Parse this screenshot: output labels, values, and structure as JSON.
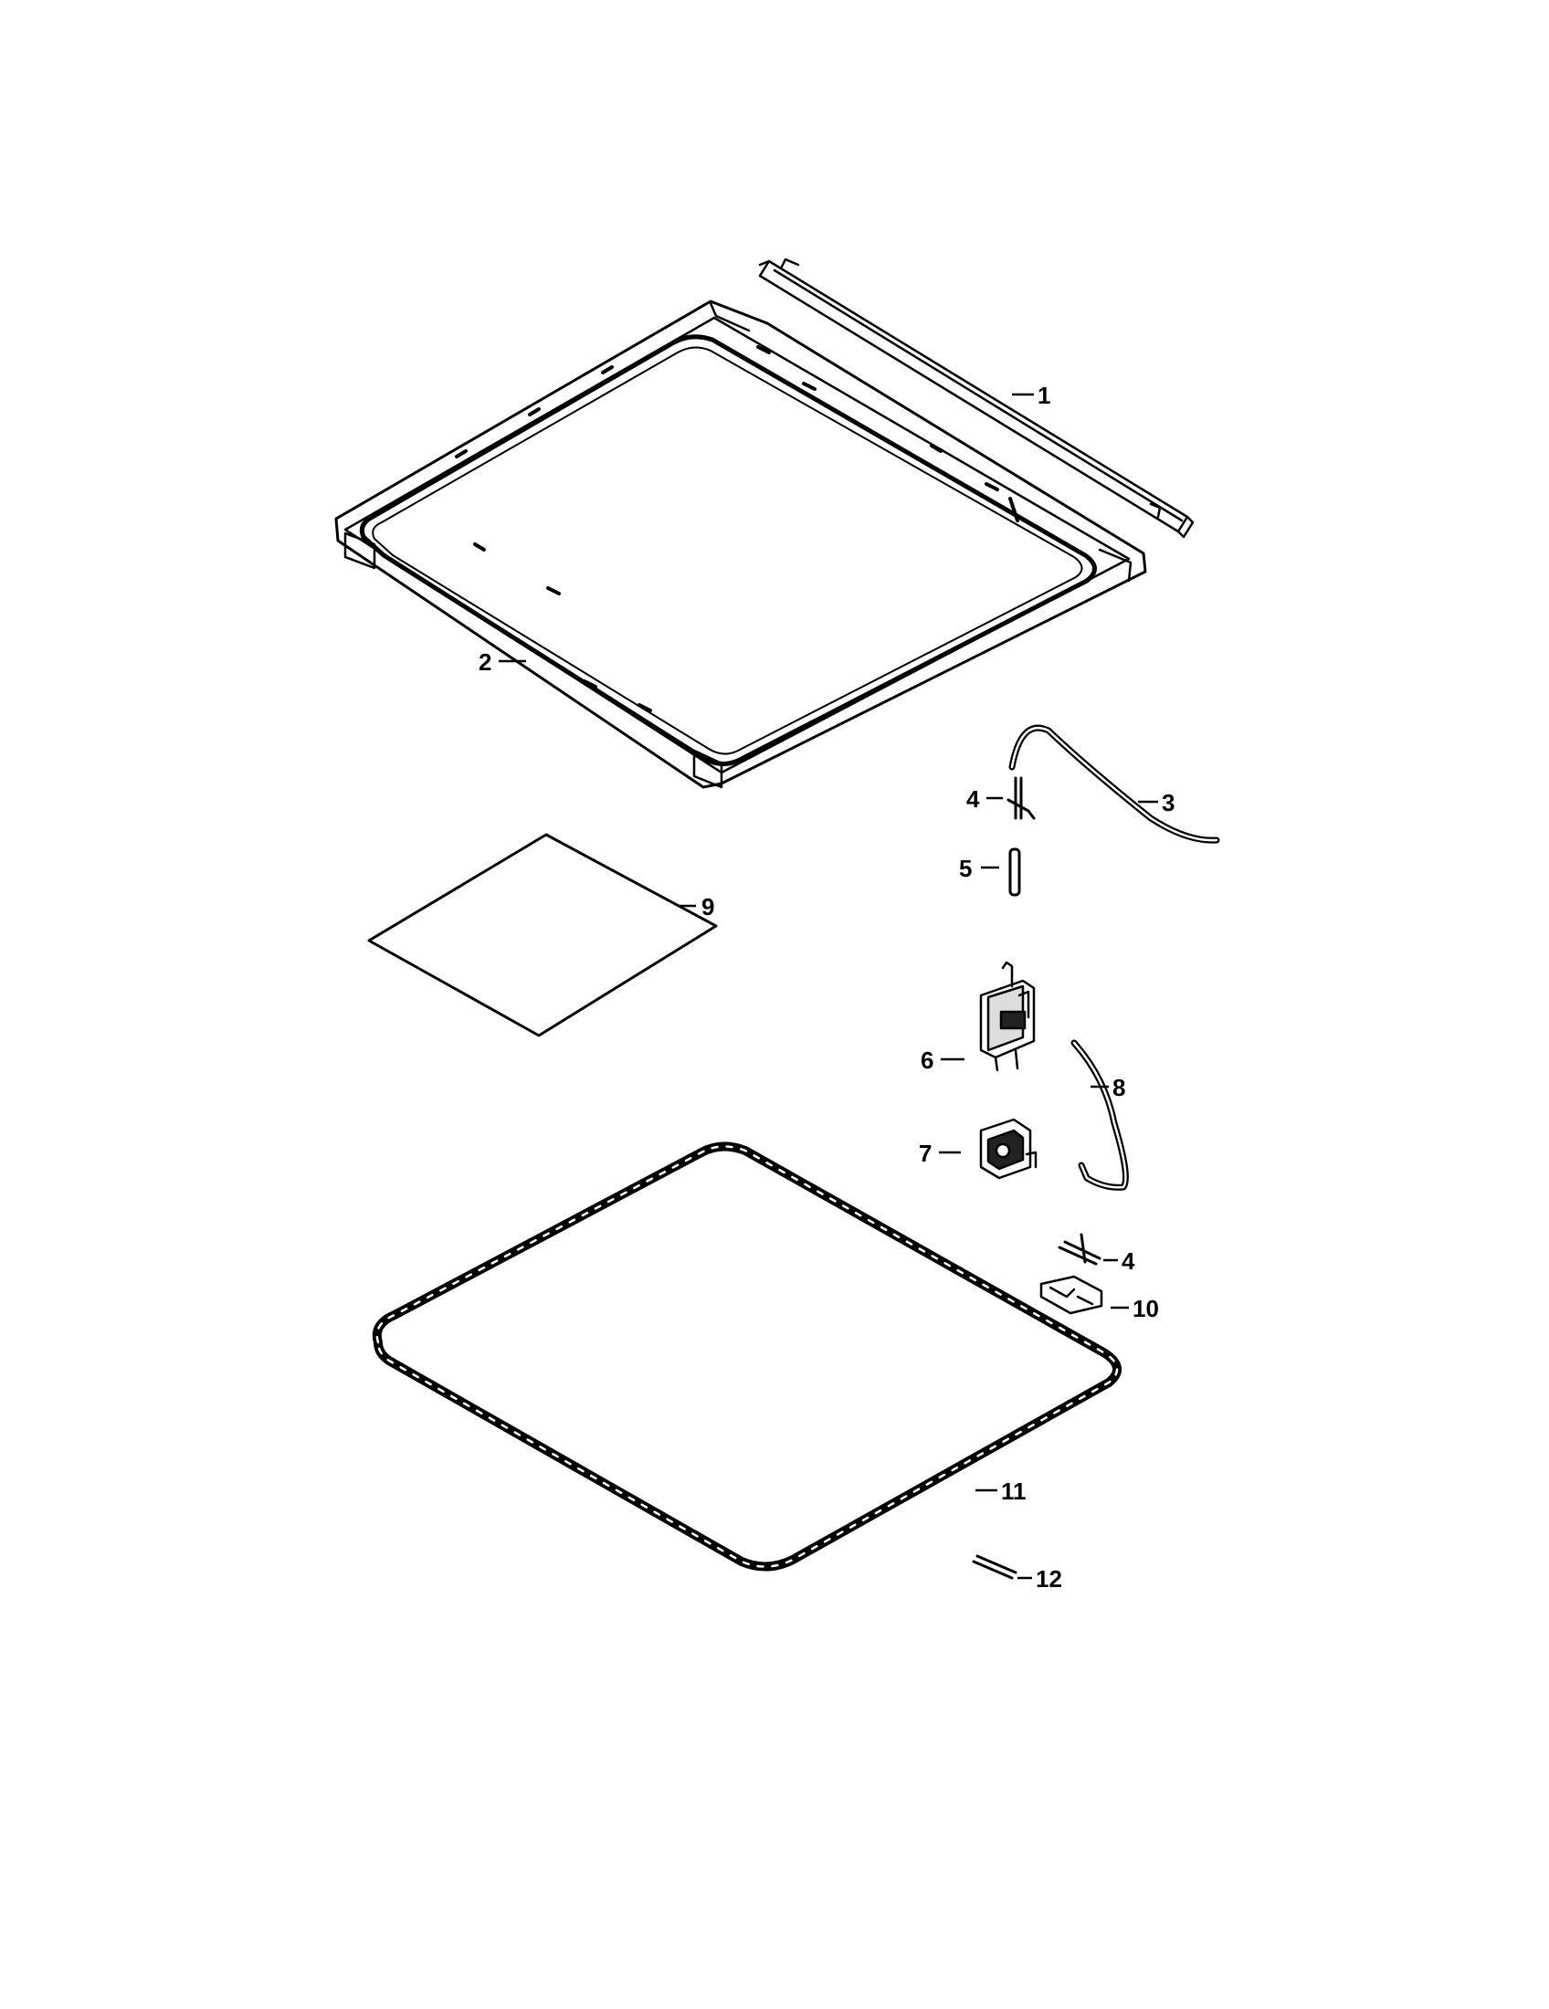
{
  "callouts": [
    {
      "id": "1",
      "label": "1"
    },
    {
      "id": "2",
      "label": "2"
    },
    {
      "id": "3",
      "label": "3"
    },
    {
      "id": "4a",
      "label": "4"
    },
    {
      "id": "5",
      "label": "5"
    },
    {
      "id": "6",
      "label": "6"
    },
    {
      "id": "7",
      "label": "7"
    },
    {
      "id": "8",
      "label": "8"
    },
    {
      "id": "9",
      "label": "9"
    },
    {
      "id": "4b",
      "label": "4"
    },
    {
      "id": "10",
      "label": "10"
    },
    {
      "id": "11",
      "label": "11"
    },
    {
      "id": "12",
      "label": "12"
    }
  ],
  "colors": {
    "ink": "#000000",
    "background": "#ffffff"
  }
}
